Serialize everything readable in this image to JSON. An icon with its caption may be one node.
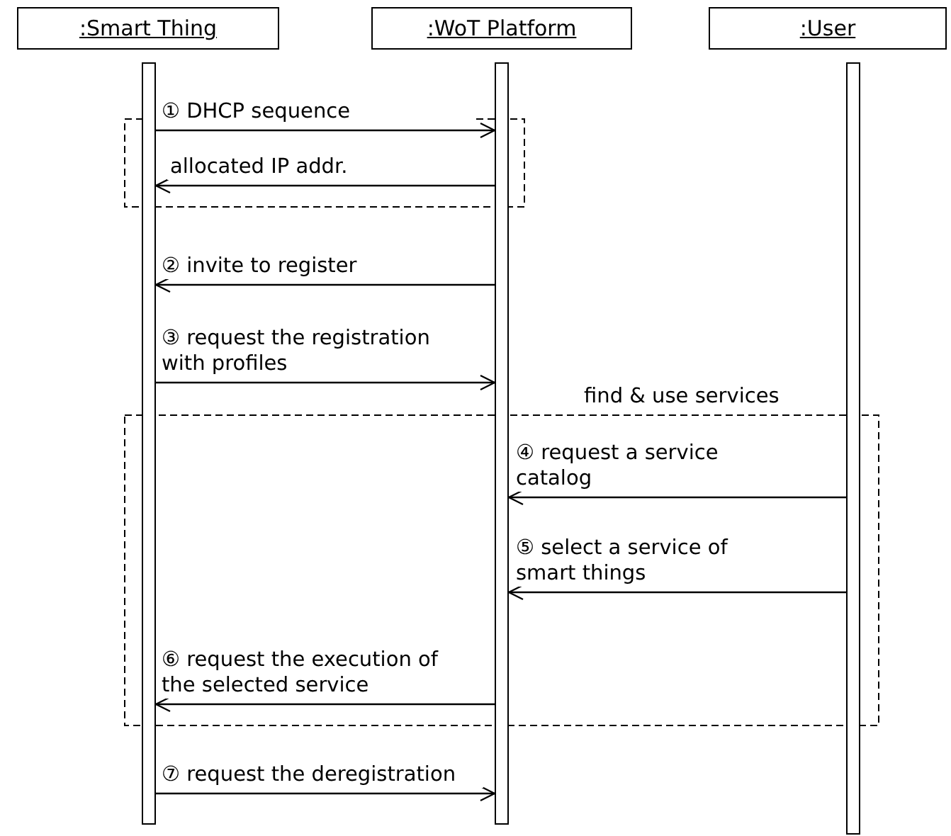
{
  "diagram": {
    "nodes": [
      {
        "text": [
          ":Smart Thing"
        ]
      },
      {
        "text": [
          ":WoT Platform"
        ]
      },
      {
        "text": [
          ":User"
        ]
      },
      {
        "text": [],
        "shape": "bar"
      },
      {
        "text": [],
        "shape": "bar"
      },
      {
        "text": [],
        "shape": "bar"
      }
    ],
    "edges": [
      {
        "from": 3,
        "to": 4,
        "arrow": "to",
        "label": "① DHCP sequence"
      },
      {
        "from": 4,
        "to": 3,
        "arrow": "to",
        "label": "allocated IP addr."
      },
      {
        "from": 4,
        "to": 3,
        "arrow": "to",
        "label": "② invite to register"
      },
      {
        "from": 3,
        "to": 4,
        "arrow": "to",
        "label": "③ request the registration with profiles"
      },
      {
        "from": 5,
        "to": 4,
        "arrow": "to",
        "label": "④ request a service catalog"
      },
      {
        "from": 5,
        "to": 4,
        "arrow": "to",
        "label": "⑤ select a service of smart things"
      },
      {
        "from": 4,
        "to": 3,
        "arrow": "to",
        "label": "⑥ request the execution of the selected service"
      },
      {
        "from": 3,
        "to": 4,
        "arrow": "to",
        "label": "⑦ request the deregistration"
      }
    ],
    "labels": [
      "find & use services"
    ]
  }
}
